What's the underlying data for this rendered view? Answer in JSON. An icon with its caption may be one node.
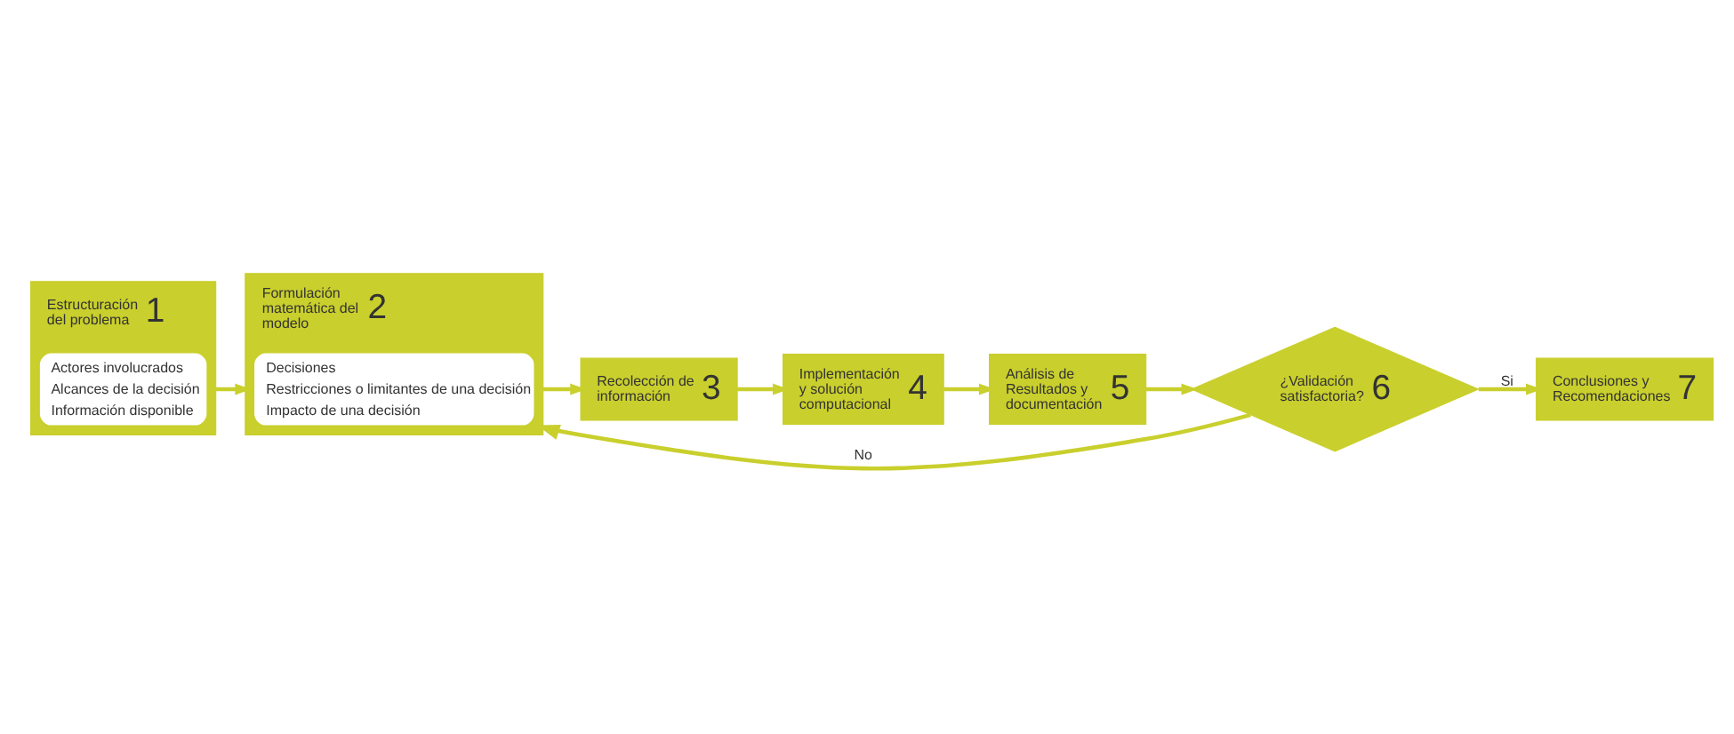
{
  "diagram": {
    "nodes": [
      {
        "text": [
          "Estructuración del problema",
          "1"
        ]
      },
      {
        "text": [
          "Actores involucrados",
          "Alcances de la decisión",
          "Información disponible"
        ],
        "in": 0
      },
      {
        "text": [
          "Formulación matemática del modelo",
          "2"
        ]
      },
      {
        "text": [
          "Decisiones",
          "Restricciones o limitantes de una decisión",
          "Impacto de una decisión"
        ],
        "in": 2
      },
      {
        "text": [
          "Recolección de información",
          "3"
        ]
      },
      {
        "text": [
          "Implementación y solución computacional",
          "4"
        ]
      },
      {
        "text": [
          "Análisis de Resultados y documentación",
          "5"
        ]
      },
      {
        "text": [
          "¿Validación satisfactoria?",
          "6"
        ]
      },
      {
        "text": [
          "Conclusiones y Recomendaciones",
          "7"
        ]
      }
    ],
    "edges": [
      {
        "from": 0,
        "to": 2,
        "arrow": "to"
      },
      {
        "from": 2,
        "to": 4,
        "arrow": "to"
      },
      {
        "from": 4,
        "to": 5,
        "arrow": "to"
      },
      {
        "from": 5,
        "to": 6,
        "arrow": "to"
      },
      {
        "from": 6,
        "to": 7,
        "arrow": "to"
      },
      {
        "from": 7,
        "to": 2,
        "arrow": "to",
        "label": "No"
      },
      {
        "from": 7,
        "to": 8,
        "arrow": "to",
        "label": "Si"
      }
    ]
  }
}
